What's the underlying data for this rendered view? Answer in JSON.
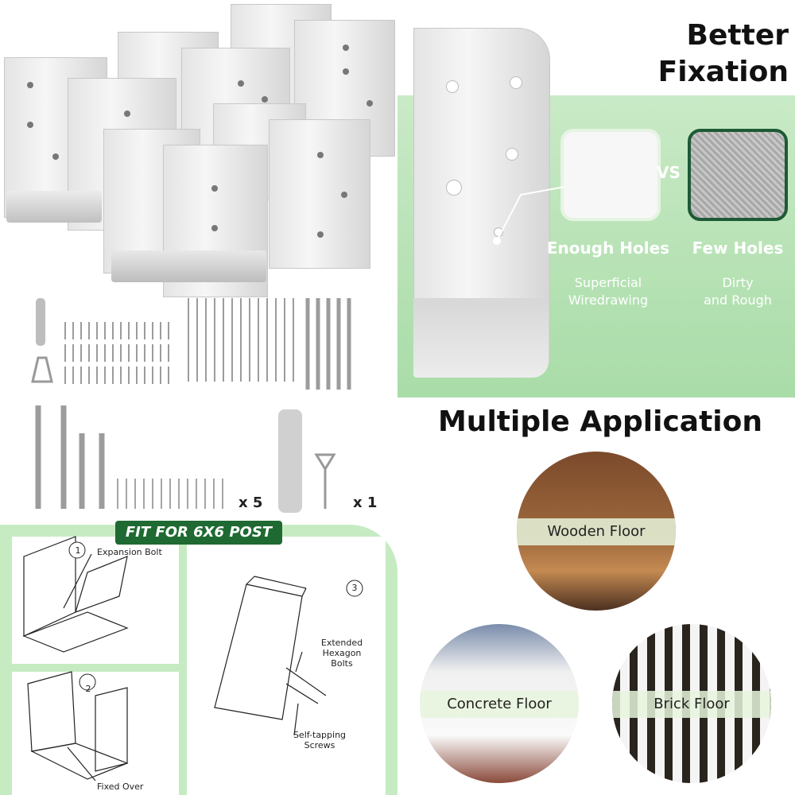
{
  "fixation": {
    "heading_line1": "Better",
    "heading_line2": "Fixation",
    "vs": "VS",
    "enough": {
      "title": "Enough Holes",
      "sub1": "Superficial",
      "sub2": "Wiredrawing"
    },
    "few": {
      "title": "Few Holes",
      "sub1": "Dirty",
      "sub2": "and Rough"
    }
  },
  "hardware": {
    "qty_screws": "x 5",
    "qty_tools": "x 1"
  },
  "install": {
    "badge": "FIT FOR 6X6 POST",
    "steps": [
      {
        "num": "1",
        "callout": "Expansion Bolt"
      },
      {
        "num": "2",
        "callout": "Fixed Over"
      },
      {
        "num": "3",
        "callout1": "Extended Hexagon Bolts",
        "callout1_a": "Extended Hexagon",
        "callout1_b": "Bolts",
        "callout2_a": "Self-tapping",
        "callout2_b": "Screws"
      }
    ]
  },
  "application": {
    "heading": "Multiple Application",
    "items": [
      {
        "label": "Wooden Floor"
      },
      {
        "label": "Concrete Floor"
      },
      {
        "label": "Brick Floor"
      }
    ]
  },
  "colors": {
    "accent_green": "#1e6a32",
    "panel_green": "#c6ebc3"
  }
}
